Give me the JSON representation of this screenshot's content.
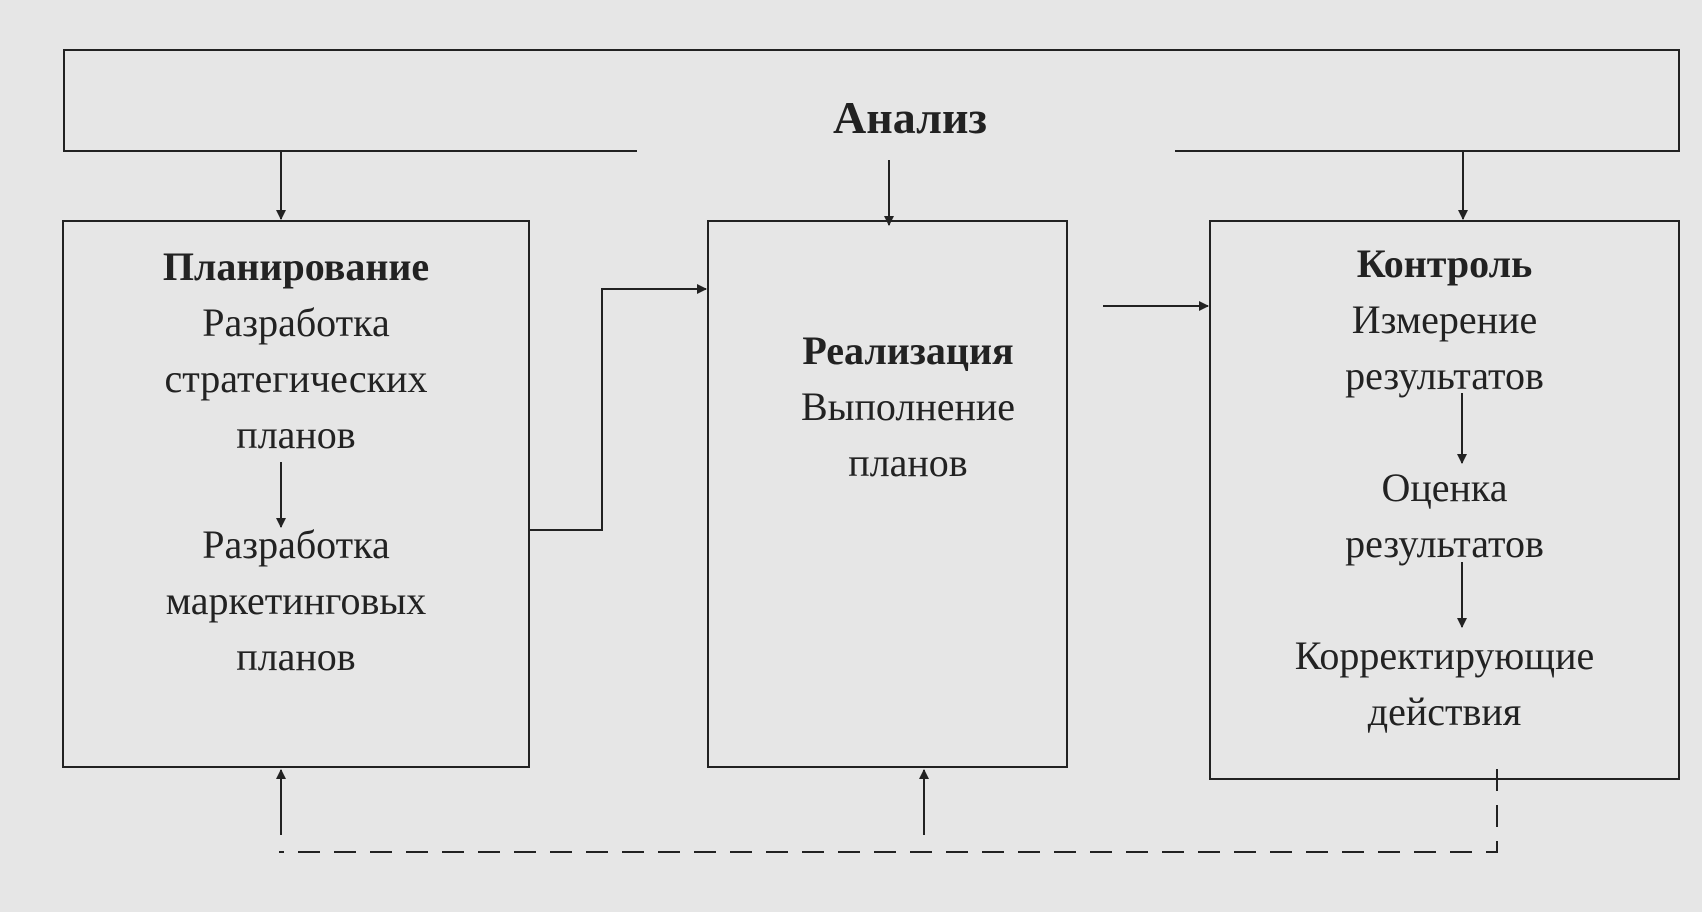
{
  "analysis": {
    "title": "Анализ"
  },
  "planning": {
    "title": "Планирование",
    "step1": [
      "Разработка",
      "стратегических",
      "планов"
    ],
    "step2": [
      "Разработка",
      "маркетинговых",
      "планов"
    ]
  },
  "implementation": {
    "title": "Реализация",
    "text": [
      "Выполнение",
      "планов"
    ]
  },
  "control": {
    "title": "Контроль",
    "step1": [
      "Измерение",
      "результатов"
    ],
    "step2": [
      "Оценка",
      "результатов"
    ],
    "step3": [
      "Корректирующие",
      "действия"
    ]
  },
  "colors": {
    "background": "#e6e6e6",
    "line": "#222222"
  }
}
